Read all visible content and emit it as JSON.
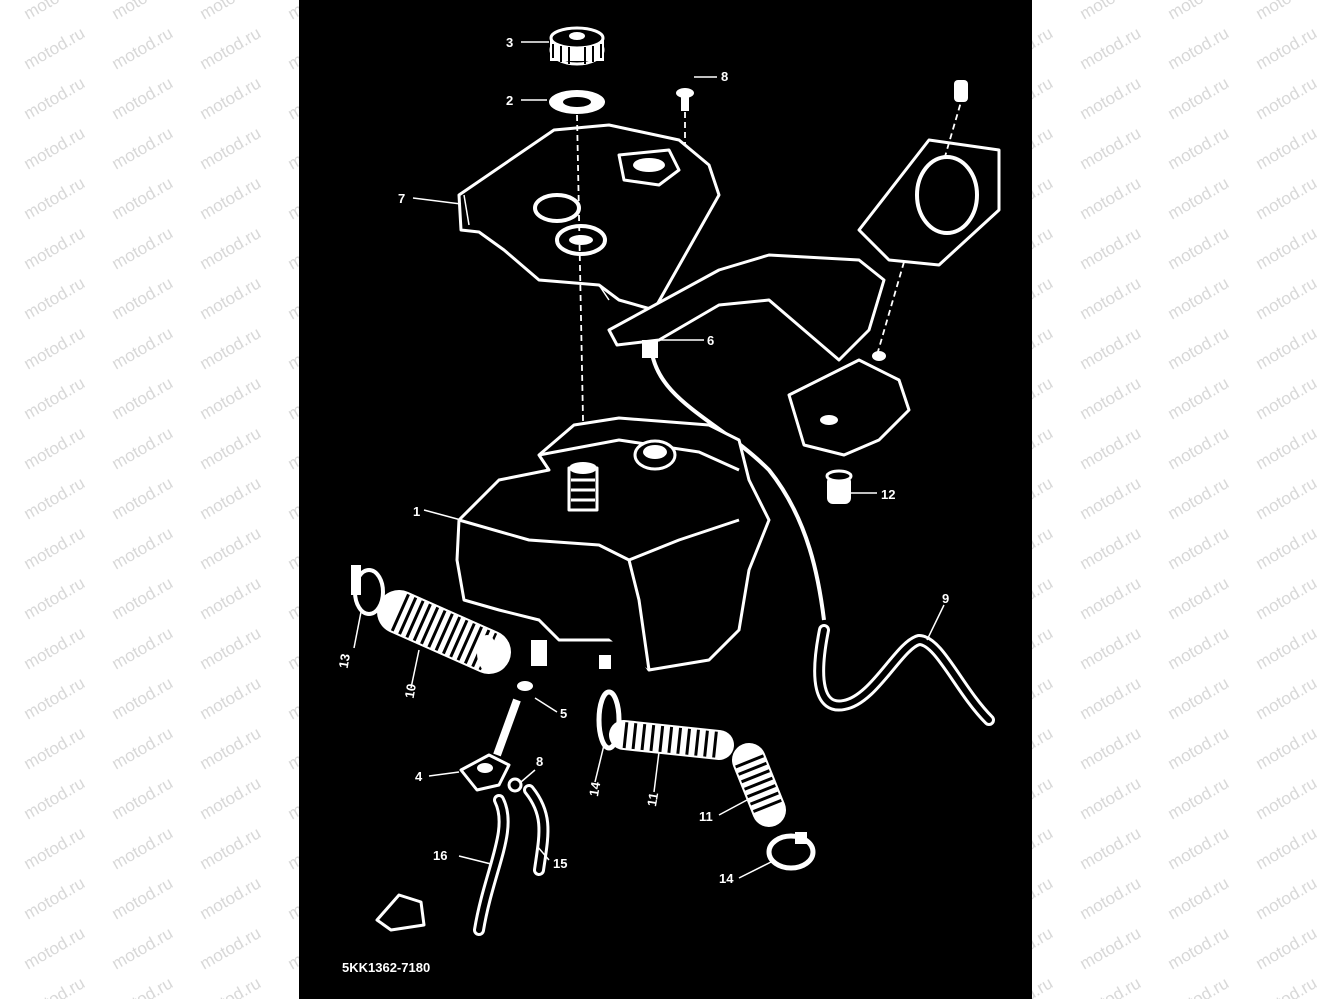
{
  "watermark": {
    "text": "motod.ru",
    "color": "#d8d8d8"
  },
  "colors": {
    "background": "#000000",
    "lines": "#ffffff",
    "page": "#ffffff"
  },
  "parts": {
    "p1": "1",
    "p2": "2",
    "p3": "3",
    "p4": "4",
    "p5": "5",
    "p6": "6",
    "p7": "7",
    "p8a": "8",
    "p8b": "8",
    "p9": "9",
    "p10": "10",
    "p11a": "11",
    "p11b": "11",
    "p12": "12",
    "p13": "13",
    "p14a": "14",
    "p14b": "14",
    "p15": "15",
    "p16": "16"
  },
  "reference_code": "5KK1362-7180"
}
